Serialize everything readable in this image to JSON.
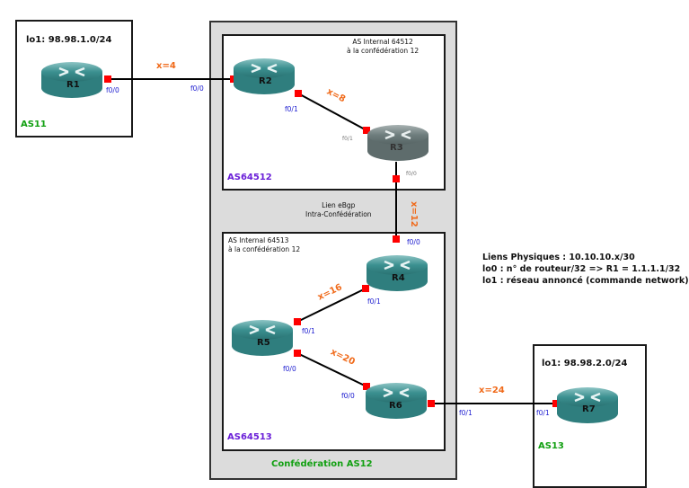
{
  "as11": {
    "label": "AS11",
    "loopback": "lo1: 98.98.1.0/24"
  },
  "as13": {
    "label": "AS13",
    "loopback": "lo1: 98.98.2.0/24"
  },
  "confederation": {
    "label": "Confédération AS12",
    "link_note_1": "Lien eBgp",
    "link_note_2": "Intra-Confédération"
  },
  "as64512": {
    "label": "AS64512",
    "note_1": "AS Internal 64512",
    "note_2": "à la confédération 12"
  },
  "as64513": {
    "label": "AS64513",
    "note_1": "AS Internal 64513",
    "note_2": "à la confédération 12"
  },
  "routers": [
    {
      "name": "R1",
      "color": "#3b8f8f"
    },
    {
      "name": "R2",
      "color": "#3b8f8f"
    },
    {
      "name": "R3",
      "color": "#6f7e7e"
    },
    {
      "name": "R4",
      "color": "#3b8f8f"
    },
    {
      "name": "R5",
      "color": "#3b8f8f"
    },
    {
      "name": "R6",
      "color": "#3b8f8f"
    },
    {
      "name": "R7",
      "color": "#3b8f8f"
    }
  ],
  "links": [
    {
      "from": "R1",
      "to": "R2",
      "cost": "x=4",
      "from_if": "f0/0",
      "to_if": "f0/0"
    },
    {
      "from": "R2",
      "to": "R3",
      "cost": "x=8",
      "from_if": "f0/1",
      "to_if": "f0/1"
    },
    {
      "from": "R3",
      "to": "R4",
      "cost": "x=12",
      "from_if": "f0/0",
      "to_if": "f0/0"
    },
    {
      "from": "R4",
      "to": "R5",
      "cost": "x=16",
      "from_if": "f0/1",
      "to_if": "f0/1"
    },
    {
      "from": "R5",
      "to": "R6",
      "cost": "x=20",
      "from_if": "f0/0",
      "to_if": "f0/0"
    },
    {
      "from": "R6",
      "to": "R7",
      "cost": "x=24",
      "from_if": "f0/1",
      "to_if": "f0/1"
    }
  ],
  "legend": [
    "Liens Physiques : 10.10.10.x/30",
    "lo0 : n° de routeur/32 => R1 = 1.1.1.1/32",
    "lo1 : réseau annoncé (commande network)"
  ],
  "colors": {
    "port": "#ff0000",
    "cost": "#f06a1a",
    "iface": "#1a1ad0",
    "as_green": "#12a012",
    "as_purple": "#6a1fd8"
  }
}
